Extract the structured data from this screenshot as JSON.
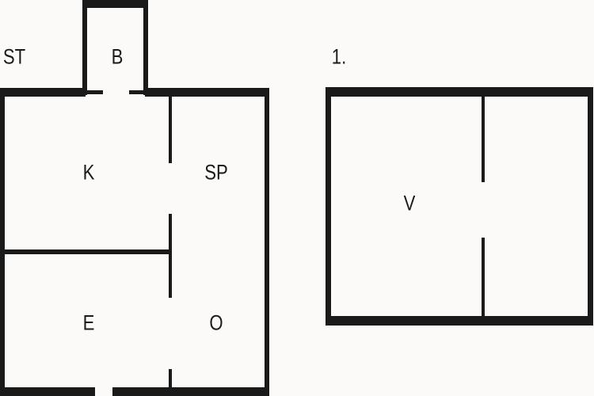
{
  "colors": {
    "wall": "#1a1a1a",
    "background": "#fbfaf8"
  },
  "plans": [
    {
      "rooms": {
        "st": "ST",
        "b": "B",
        "k": "K",
        "sp": "SP",
        "e": "E",
        "o": "O"
      }
    },
    {
      "floor_label": "1.",
      "rooms": {
        "v": "V"
      }
    }
  ]
}
